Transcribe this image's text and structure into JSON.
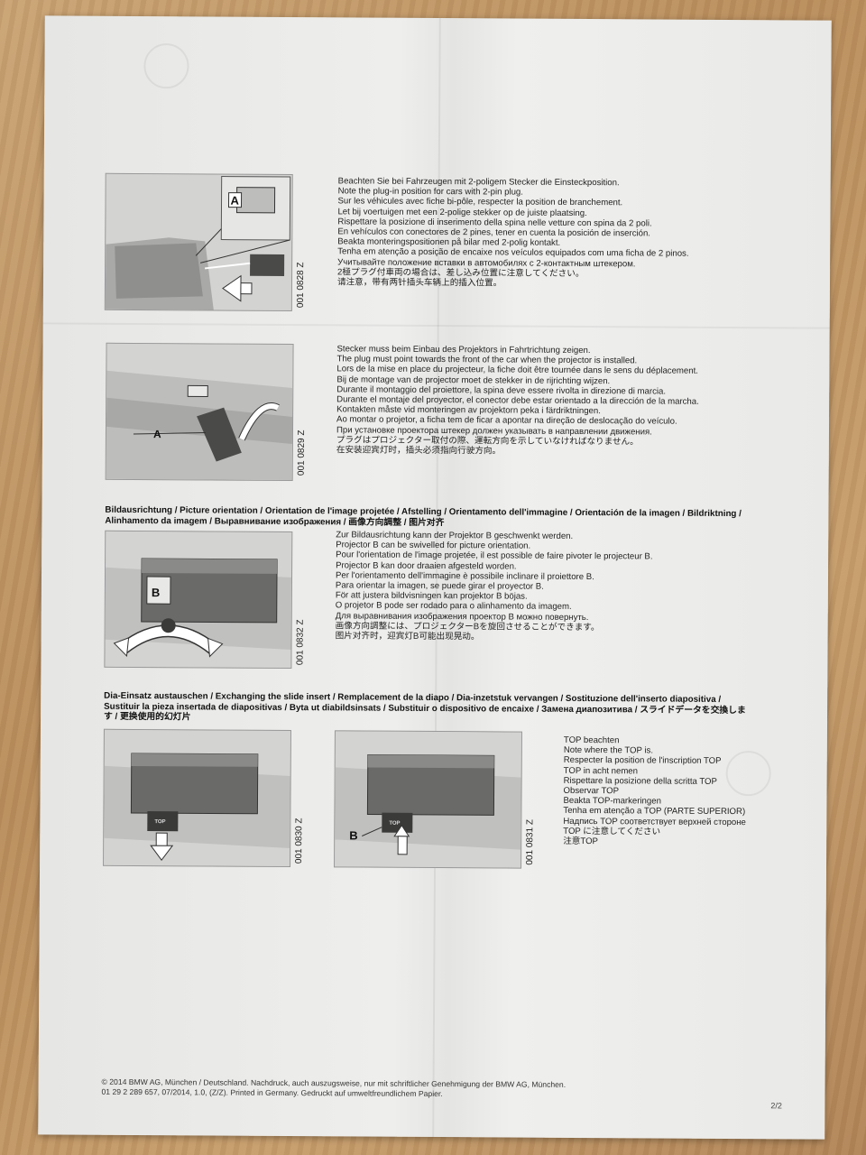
{
  "sections": [
    {
      "figure_code": "001 0828 Z",
      "figure_labels": [
        "A"
      ],
      "lines": [
        "Beachten Sie bei Fahrzeugen mit 2-poligem Stecker die Einsteckposition.",
        "Note the plug-in position for cars with 2-pin plug.",
        "Sur les véhicules avec fiche bi-pôle, respecter la position de branchement.",
        "Let bij voertuigen met een 2-polige stekker op de juiste plaatsing.",
        "Rispettare la posizione di inserimento della spina nelle vetture con spina da 2 poli.",
        "En vehículos con conectores de 2 pines, tener en cuenta la posición de inserción.",
        "Beakta monteringspositionen på bilar med 2-polig kontakt.",
        "Tenha em atenção a posição de encaixe nos veículos equipados com uma ficha de 2 pinos.",
        "Учитывайте положение вставки в автомобилях с 2-контактным штекером.",
        "2極プラグ付車両の場合は、差し込み位置に注意してください。",
        "请注意，带有两针插头车辆上的插入位置。"
      ]
    },
    {
      "figure_code": "001 0829 Z",
      "figure_labels": [
        "A"
      ],
      "lines": [
        "Stecker muss beim Einbau des Projektors in Fahrtrichtung zeigen.",
        "The plug must point towards the front of the car when the projector is installed.",
        "Lors de la mise en place du projecteur, la fiche doit être tournée dans le sens du déplacement.",
        "Bij de montage van de projector moet de stekker in de rijrichting wijzen.",
        "Durante il montaggio del proiettore, la spina deve essere rivolta in direzione di marcia.",
        "Durante el montaje del proyector, el conector debe estar orientado a la dirección de la marcha.",
        "Kontakten måste vid monteringen av projektorn peka i färdriktningen.",
        "Ao montar o projetor, a ficha tem de ficar a apontar na direção de deslocação do veículo.",
        "При установке проектора штекер должен указывать в направлении движения.",
        "プラグはプロジェクター取付の際、運転方向を示していなければなりません。",
        "在安装迎宾灯时，插头必须指向行驶方向。"
      ]
    }
  ],
  "picture_orientation": {
    "heading_line1": "Bildausrichtung / Picture orientation / Orientation de l'image projetée / Afstelling / Orientamento dell'immagine / Orientación de la imagen / Bildriktning /",
    "heading_line2": "Alinhamento da imagem / Выравнивание изображения / 画像方向調整 / 图片对齐",
    "figure_code": "001 0832 Z",
    "figure_labels": [
      "B"
    ],
    "lines": [
      "Zur Bildausrichtung kann der Projektor B geschwenkt werden.",
      "Projector B can be swivelled for picture orientation.",
      "Pour l'orientation de l'image projetée, il est possible de faire pivoter le projecteur B.",
      "Projector B kan door draaien afgesteld worden.",
      "Per l'orientamento dell'immagine è possibile inclinare il proiettore B.",
      "Para orientar la imagen, se puede girar el proyector B.",
      "För att justera bildvisningen kan projektor B böjas.",
      "O projetor B pode ser rodado para o alinhamento da imagem.",
      "Для выравнивания изображения проектор B можно повернуть.",
      "画像方向調整には、プロジェクターBを旋回させることができます。",
      "图片对齐时，迎宾灯B可能出现晃动。"
    ]
  },
  "slide_insert": {
    "heading_line1": "Dia-Einsatz austauschen / Exchanging the slide insert / Remplacement de la diapo / Dia-inzetstuk vervangen / Sostituzione dell'inserto diapositiva /",
    "heading_line2": "Sustituir la pieza insertada de diapositivas / Byta ut diabildsinsats / Substituir o dispositivo de encaixe / Замена диапозитива / スライドデータを交換しま",
    "heading_line3": "す / 更换使用的幻灯片",
    "figure_code_left": "001 0830 Z",
    "figure_code_right": "001 0831 Z",
    "top_label": "TOP",
    "figure_labels": [
      "B"
    ],
    "lines": [
      "TOP beachten",
      "Note where the TOP is.",
      "Respecter la position de l'inscription TOP",
      "TOP in acht nemen",
      "Rispettare la posizione della scritta TOP",
      "Observar TOP",
      "Beakta TOP-markeringen",
      "Tenha em atenção a TOP (PARTE SUPERIOR)",
      "Надпись TOP соответствует верхней стороне",
      "TOP に注意してください",
      "注意TOP"
    ]
  },
  "footer": {
    "line1": "© 2014 BMW AG, München / Deutschland. Nachdruck, auch auszugsweise, nur mit schriftlicher Genehmigung der BMW AG, München.",
    "line2": "01 29 2 289 657, 07/2014, 1.0, (Z/Z). Printed in Germany. Gedruckt auf umweltfreundlichem Papier.",
    "page": "2/2"
  }
}
